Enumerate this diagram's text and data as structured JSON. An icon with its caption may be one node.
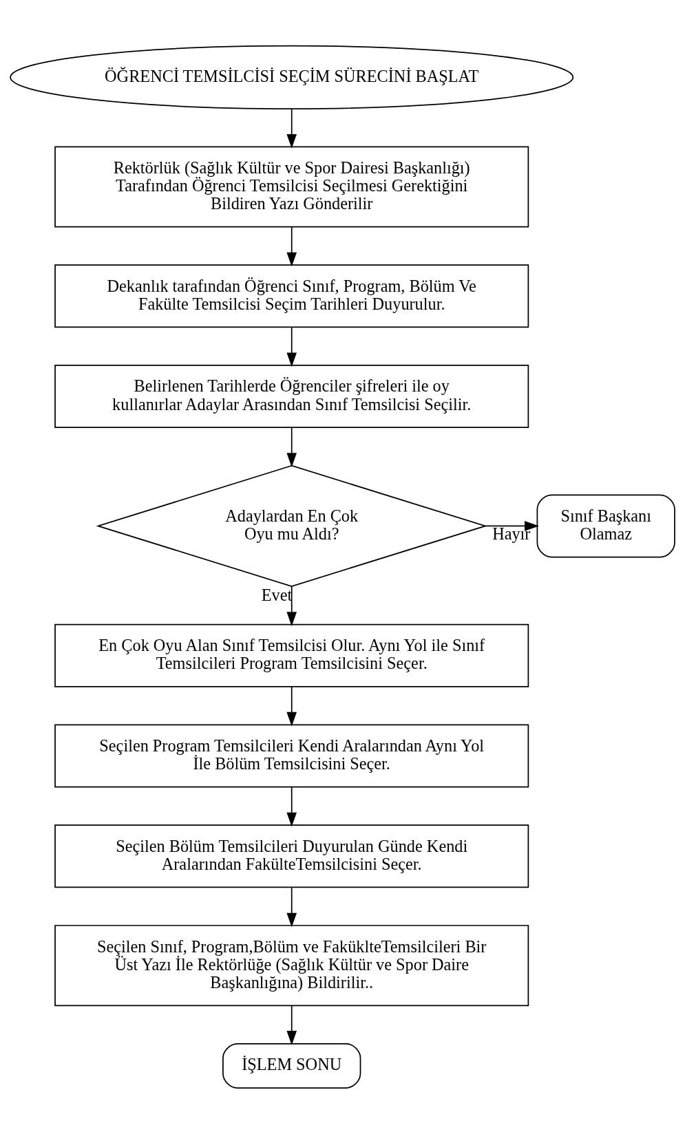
{
  "diagram": {
    "nodes": [
      {
        "text": [
          "ÖĞRENCİ TEMSİLCİSİ SEÇİM SÜRECİNİ BAŞLAT"
        ]
      },
      {
        "text": [
          "Rektörlük (Sağlık Kültür ve Spor Dairesi Başkanlığı) Tarafından Öğrenci Temsilcisi Seçilmesi Gerektiğini Bildiren Yazı Gönderilir"
        ]
      },
      {
        "text": [
          "Dekanlık tarafından Öğrenci Sınıf, Program, Bölüm Ve Fakülte Temsilcisi Seçim Tarihleri Duyurulur."
        ]
      },
      {
        "text": [
          "Belirlenen Tarihlerde Öğrenciler şifreleri ile oy kullanırlar Adaylar Arasından Sınıf Temsilcisi Seçilir."
        ]
      },
      {
        "text": [
          "Adaylardan En Çok Oyu mu Aldı?"
        ]
      },
      {
        "text": [
          "Sınıf Başkanı Olamaz"
        ]
      },
      {
        "text": [
          "En Çok Oyu Alan Sınıf Temsilcisi Olur. Aynı Yol ile Sınıf Temsilcileri Program Temsilcisini Seçer."
        ]
      },
      {
        "text": [
          "Seçilen Program Temsilcileri Kendi Aralarından Aynı Yol İle Bölüm Temsilcisini Seçer."
        ]
      },
      {
        "text": [
          "Seçilen Bölüm Temsilcileri Duyurulan Günde Kendi Aralarından FakülteTemsilcisini Seçer."
        ]
      },
      {
        "text": [
          "Seçilen Sınıf, Program,Bölüm ve FaküklteTemsilcileri Bir Üst Yazı İle Rektörlüğe (Sağlık Kültür ve Spor Daire Başkanlığına) Bildirilir.."
        ]
      },
      {
        "text": [
          "İŞLEM SONU"
        ]
      }
    ],
    "edges": [
      {
        "from": 0,
        "to": 1,
        "arrow": "to"
      },
      {
        "from": 1,
        "to": 2,
        "arrow": "to"
      },
      {
        "from": 2,
        "to": 3,
        "arrow": "to"
      },
      {
        "from": 3,
        "to": 4,
        "arrow": "to"
      },
      {
        "from": 4,
        "to": 5,
        "arrow": "to",
        "label": "Hayır"
      },
      {
        "from": 4,
        "to": 6,
        "arrow": "to",
        "label": "Evet"
      },
      {
        "from": 6,
        "to": 7,
        "arrow": "to"
      },
      {
        "from": 7,
        "to": 8,
        "arrow": "to"
      },
      {
        "from": 8,
        "to": 9,
        "arrow": "to"
      },
      {
        "from": 9,
        "to": 10,
        "arrow": "to"
      }
    ]
  }
}
